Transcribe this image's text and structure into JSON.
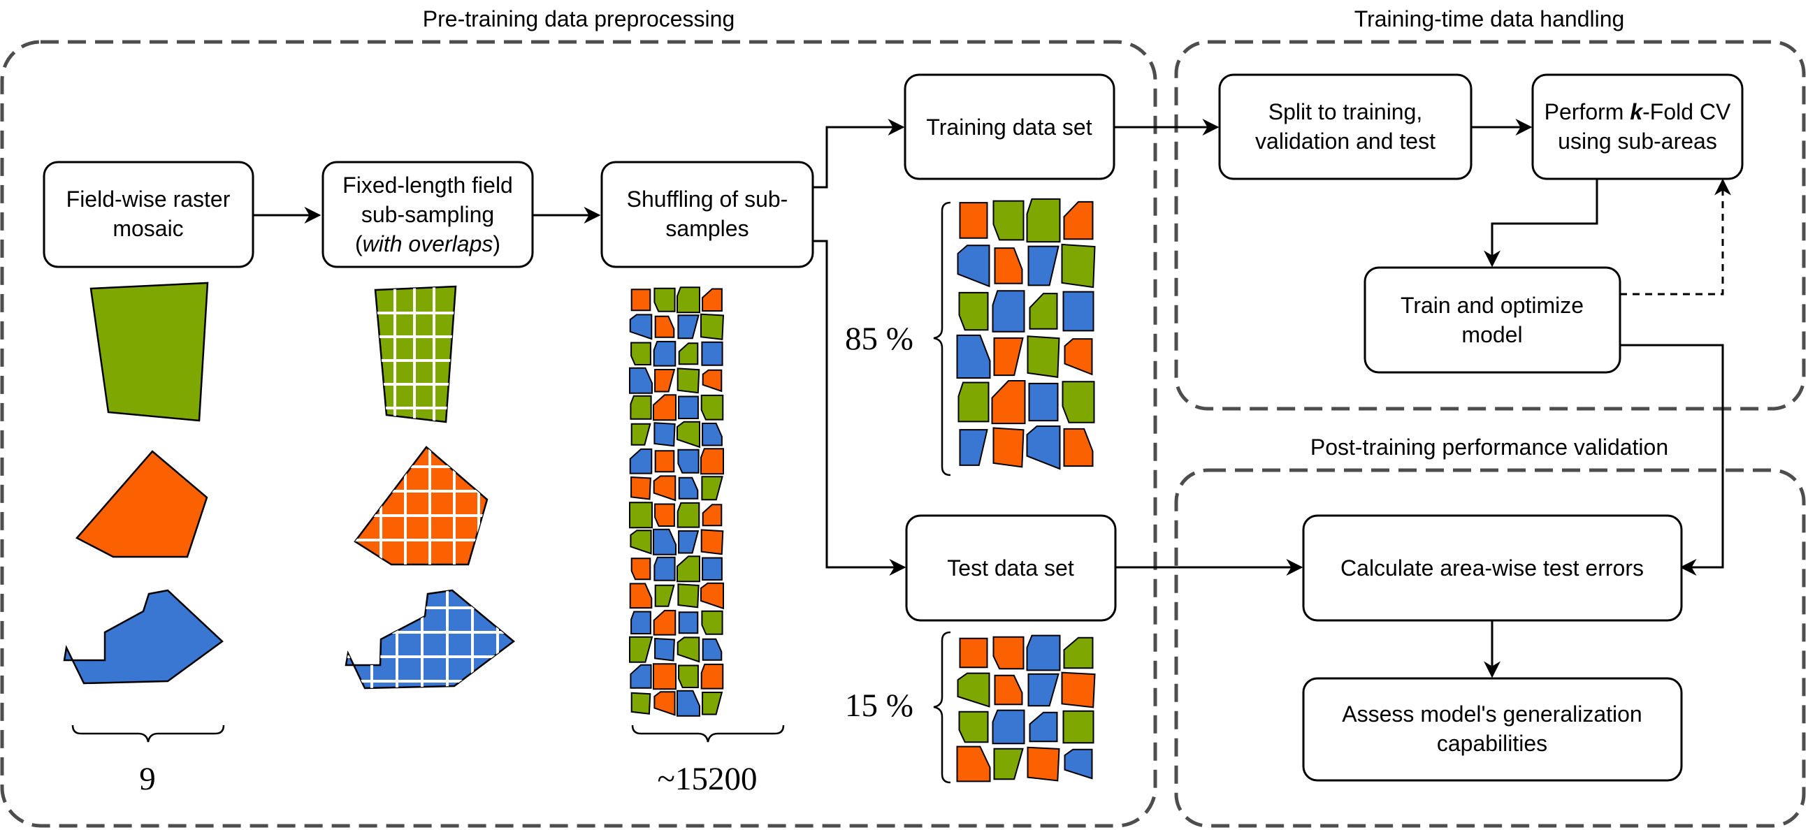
{
  "groups": {
    "preprocessing": "Pre-training data preprocessing",
    "training_time": "Training-time data handling",
    "post_training": "Post-training performance validation"
  },
  "nodes": {
    "mosaic": [
      "Field-wise raster",
      "mosaic"
    ],
    "subsampling": {
      "line1": "Fixed-length field",
      "line2": "sub-sampling",
      "line3_open": "(",
      "line3_italic": "with overlaps",
      "line3_close": ")"
    },
    "shuffle": [
      "Shuffling of sub-",
      "samples"
    ],
    "training_set": "Training data set",
    "test_set": "Test data set",
    "split": [
      "Split to training,",
      "validation and test"
    ],
    "kfold": {
      "pre": "Perform ",
      "k": "k",
      "post": "-Fold CV",
      "line2": "using sub-areas"
    },
    "train": [
      "Train and optimize",
      "model"
    ],
    "calc": "Calculate area-wise test errors",
    "assess": [
      "Assess model's generalization",
      "capabilities"
    ]
  },
  "annotations": {
    "fields_count": "9",
    "subsample_count": "~15200",
    "train_pct": "85 %",
    "test_pct": "15 %"
  },
  "colors": {
    "green": "#7ea701",
    "orange": "#fb6100",
    "blue": "#3a77d3",
    "group_border": "#4d4d4d"
  }
}
